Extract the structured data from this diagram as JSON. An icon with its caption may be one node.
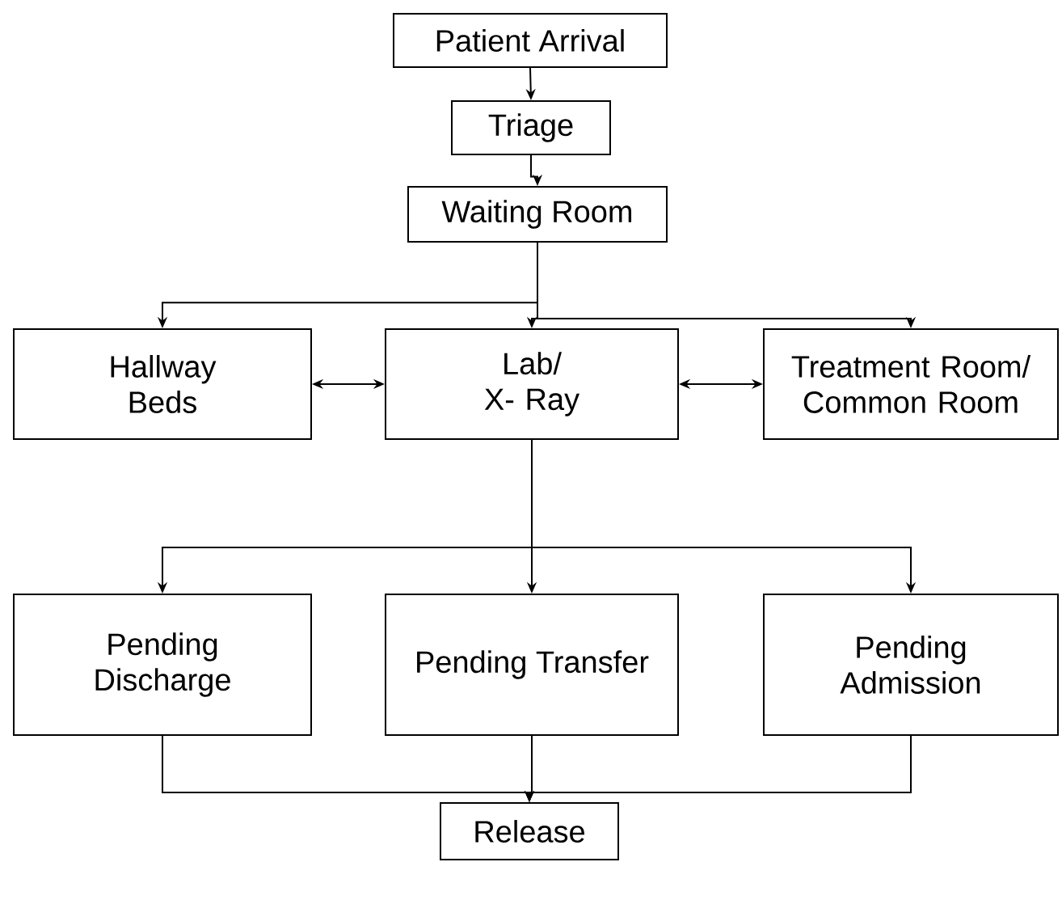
{
  "diagram": {
    "nodes": [
      {
        "text": [
          "Patient Arrival"
        ]
      },
      {
        "text": [
          "Triage"
        ]
      },
      {
        "text": [
          "Waiting Room"
        ]
      },
      {
        "text": [
          "Hallway Beds"
        ]
      },
      {
        "text": [
          "Lab/ X- Ray"
        ]
      },
      {
        "text": [
          "Treatment Room/ Common Room"
        ]
      },
      {
        "text": [
          "Pending Discharge"
        ]
      },
      {
        "text": [
          "Pending Transfer"
        ]
      },
      {
        "text": [
          "Pending Admission"
        ]
      },
      {
        "text": [
          "Release"
        ]
      }
    ],
    "edges": [
      {
        "from": 0,
        "to": 1,
        "arrow": "to"
      },
      {
        "from": 1,
        "to": 2,
        "arrow": "to"
      },
      {
        "from": 2,
        "to": 3,
        "arrow": "to"
      },
      {
        "from": 2,
        "to": 4,
        "arrow": "to"
      },
      {
        "from": 2,
        "to": 5,
        "arrow": "to"
      },
      {
        "from": 3,
        "to": 4,
        "arrow": "both"
      },
      {
        "from": 4,
        "to": 5,
        "arrow": "both"
      },
      {
        "from": 4,
        "to": 6,
        "arrow": "to"
      },
      {
        "from": 4,
        "to": 7,
        "arrow": "to"
      },
      {
        "from": 4,
        "to": 8,
        "arrow": "to"
      },
      {
        "from": 6,
        "to": 9,
        "arrow": "to"
      },
      {
        "from": 7,
        "to": 9,
        "arrow": "to"
      },
      {
        "from": 8,
        "to": 9,
        "arrow": "to"
      }
    ]
  }
}
